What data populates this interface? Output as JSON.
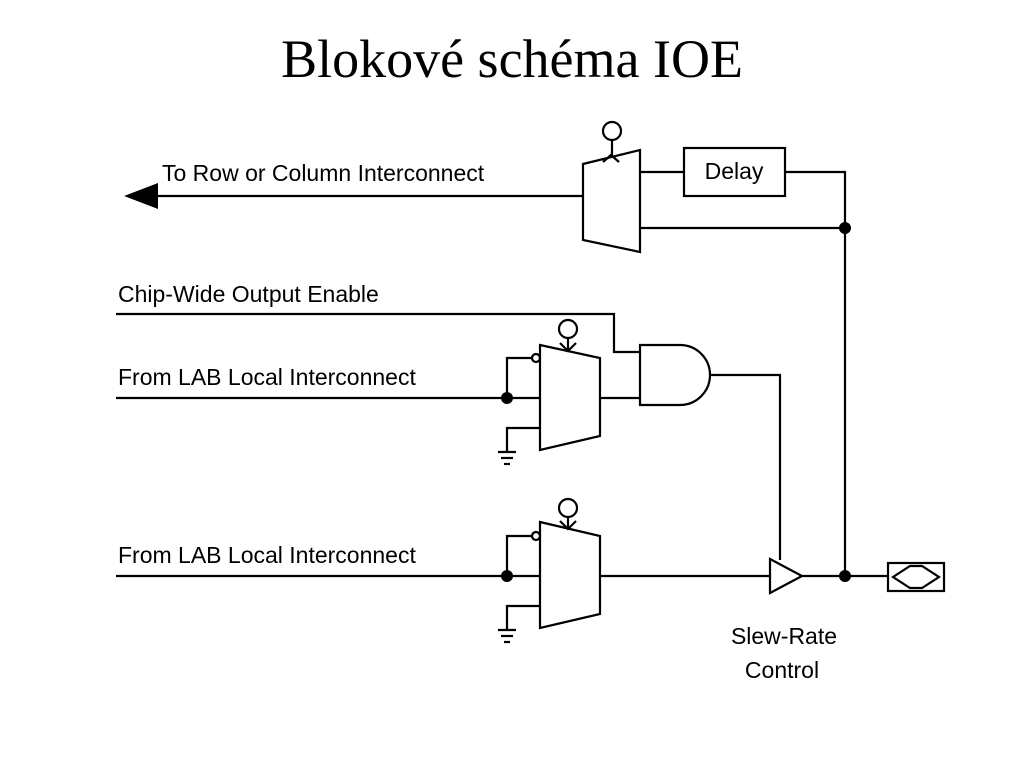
{
  "slide": {
    "title": "Blokové schéma IOE"
  },
  "diagram": {
    "labels": {
      "to_row_column": "To Row or Column Interconnect",
      "delay": "Delay",
      "chip_wide_oe": "Chip-Wide Output Enable",
      "from_lab_1": "From LAB Local Interconnect",
      "from_lab_2": "From LAB Local Interconnect",
      "slew_rate_line1": "Slew-Rate",
      "slew_rate_line2": "Control"
    }
  }
}
